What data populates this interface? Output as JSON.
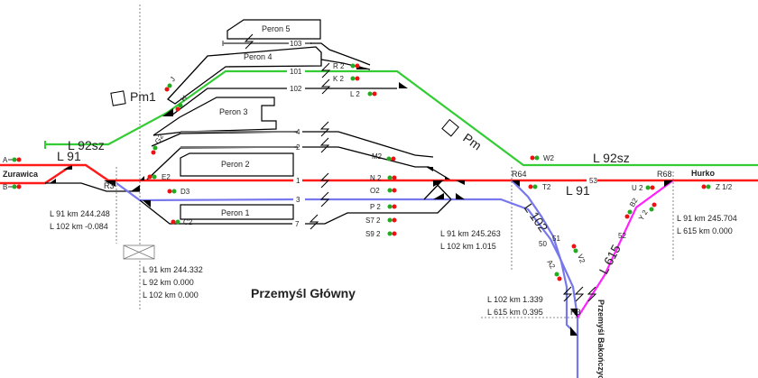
{
  "title": "Przemyśl Główny",
  "colors": {
    "line_91": "#ff1a1a",
    "line_102": "#7777ee",
    "line_92sz": "#33cc33",
    "line_615": "#ff22ff",
    "track": "#000000",
    "signal_red": "#ee1111",
    "signal_green": "#22aa22"
  },
  "stations": {
    "west": "Zurawica",
    "east": "Hurko",
    "south": "Przemyśl Bakończyce"
  },
  "lines": {
    "l91_west": "L 91",
    "l91_east": "L 91",
    "l92sz_west": "L 92sz",
    "l92sz_east": "L 92sz",
    "l102": "L 102",
    "l615": "L 615"
  },
  "platforms": [
    "Peron 1",
    "Peron 2",
    "Peron 3",
    "Peron 4",
    "Peron 5"
  ],
  "buildings": [
    "Pm1",
    "Pm"
  ],
  "tracks": [
    "1",
    "2",
    "3",
    "4",
    "7",
    "101",
    "102",
    "103",
    "50",
    "51",
    "52",
    "53"
  ],
  "signals": {
    "A": "A",
    "B": "B",
    "C2": "C2",
    "D3": "D3",
    "E2": "E2",
    "G2": "G2",
    "H": "H",
    "J": "J",
    "K2": "K 2",
    "L2": "L 2",
    "M2": "M2",
    "N2": "N 2",
    "O2": "O2",
    "P2": "P 2",
    "R2": "R 2",
    "S72": "S7 2",
    "S92": "S9 2",
    "T2": "T2",
    "U2": "U 2",
    "W2": "W2",
    "Z12": "Z 1/2",
    "V2": "V2",
    "A2": "A2",
    "B2": "B2",
    "Y2": "Y 2"
  },
  "boxes": {
    "R3_west": "R3",
    "R64": "R64",
    "R68": "R68",
    "R3_south": "R3"
  },
  "kilometrage": {
    "west_box": [
      "L  91 km 244.248",
      "L 102 km    -0.084"
    ],
    "station_axis": [
      "L  91 km 244.332",
      "L  92 km      0.000",
      "L 102 km      0.000"
    ],
    "r64": [
      "L  91 km 245.263",
      "L 102 km      1.015"
    ],
    "r68": [
      "L  91 km 245.704",
      "L 615 km      0.000"
    ],
    "south": [
      "L 102 km 1.339",
      "L 615 km 0.395"
    ]
  }
}
